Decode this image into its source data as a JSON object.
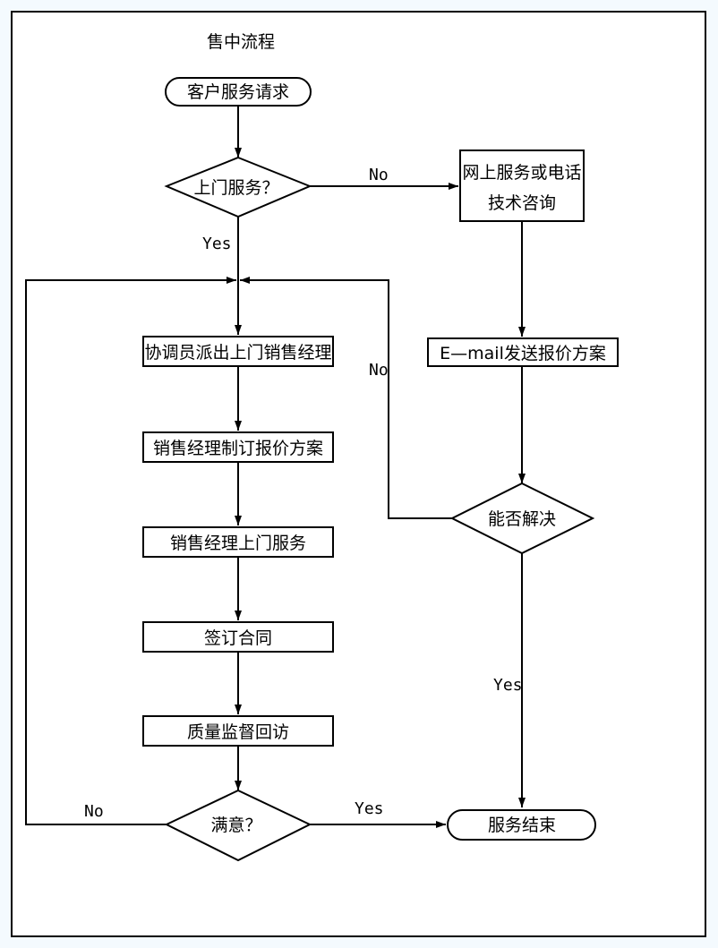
{
  "title": "售中流程",
  "nodes": {
    "start": "客户服务请求",
    "q_onsite": "上门服务？",
    "online": [
      "网上服务或电话",
      "技术咨询"
    ],
    "coordinator": "协调员派出上门销售经理",
    "quote": "销售经理制订报价方案",
    "onsite": "销售经理上门服务",
    "contract": "签订合同",
    "followup": "质量监督回访",
    "q_satisfied": "满意？",
    "email": "E—mail发送报价方案",
    "q_solved": "能否解决",
    "end": "服务结束"
  },
  "edge_labels": {
    "onsite_no": "No",
    "onsite_yes": "Yes",
    "solved_no": "No",
    "solved_yes": "Yes",
    "satisfied_no": "No",
    "satisfied_yes": "Yes"
  }
}
